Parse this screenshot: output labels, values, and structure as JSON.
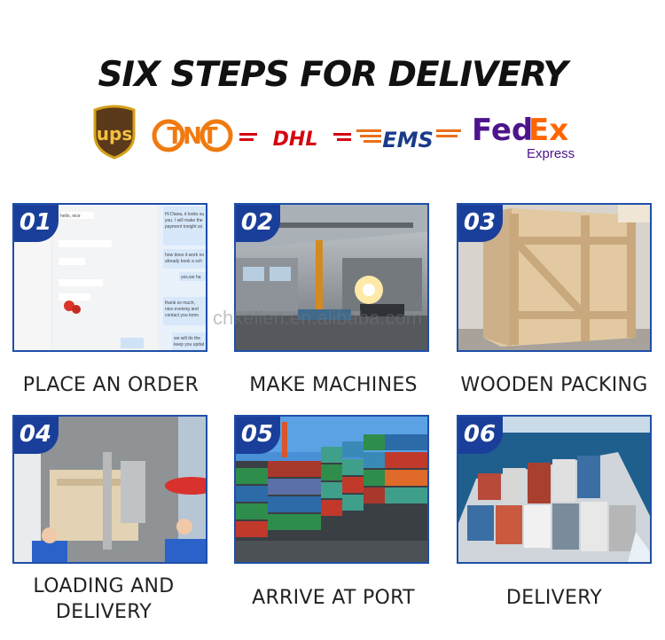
{
  "title": "SIX STEPS FOR DELIVERY",
  "carriers": {
    "ups": "ups",
    "tnt": "TNT",
    "dhl": "DHL",
    "ems": "EMS",
    "fedex_fed": "Fed",
    "fedex_ex": "Ex",
    "fedex_express": "Express"
  },
  "watermark": "chkellen.en.alibaba.com",
  "steps": [
    {
      "number": "01",
      "label": "PLACE AN ORDER"
    },
    {
      "number": "02",
      "label": "MAKE MACHINES"
    },
    {
      "number": "03",
      "label": "WOODEN PACKING"
    },
    {
      "number": "04",
      "label": "LOADING AND DELIVERY"
    },
    {
      "number": "05",
      "label": "ARRIVE AT PORT"
    },
    {
      "number": "06",
      "label": "DELIVERY"
    }
  ],
  "chat": {
    "line1": "Hi Diana, it looks su",
    "line2": "you. I will make the",
    "line3": "payment tonight so",
    "line4": "how does it work no",
    "line5": "already book a sch",
    "line6": "yes,we ha",
    "line7": "thank so much,",
    "line8": "nice evening and",
    "line9": "contact you tomo",
    "line10": "we will do the",
    "line11": "keep you updat",
    "line12": "hello, nice"
  },
  "colors": {
    "accent": "#1a3f9a",
    "border": "#1f4fa8"
  }
}
